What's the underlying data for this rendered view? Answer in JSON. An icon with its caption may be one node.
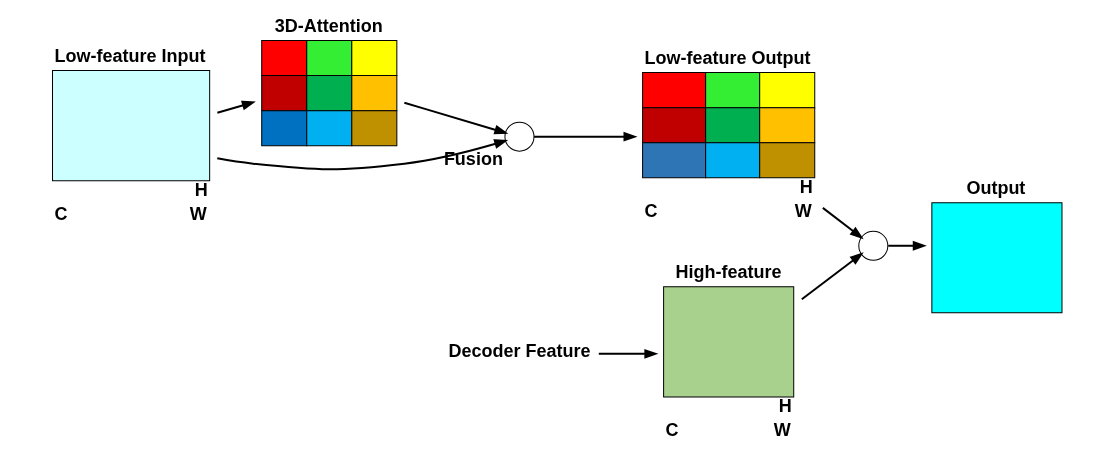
{
  "diagram": {
    "nodes": [
      {
        "text": [
          "Low-feature Input",
          "H",
          "C",
          "W"
        ]
      },
      {
        "text": [
          "3D-Attention"
        ]
      },
      {
        "text": [
          "Fusion"
        ]
      },
      {
        "text": [
          "Low-feature Output",
          "H",
          "C",
          "W"
        ]
      },
      {
        "text": [],
        "shape": "circle"
      },
      {
        "text": [
          "Output"
        ]
      },
      {
        "text": [
          "High-feature",
          "H",
          "C",
          "W"
        ]
      },
      {
        "text": [
          "Decoder Feature"
        ]
      }
    ],
    "edges": [
      {
        "from": 0,
        "to": 1,
        "arrow": "to"
      },
      {
        "from": 1,
        "to": 2,
        "arrow": "to"
      },
      {
        "from": 0,
        "to": 2,
        "arrow": "to"
      },
      {
        "from": 2,
        "to": 3,
        "arrow": "to"
      },
      {
        "from": 3,
        "to": 4,
        "arrow": "to"
      },
      {
        "from": 6,
        "to": 4,
        "arrow": "to"
      },
      {
        "from": 4,
        "to": 5,
        "arrow": "to"
      },
      {
        "from": 7,
        "to": 6,
        "arrow": "to"
      }
    ]
  }
}
